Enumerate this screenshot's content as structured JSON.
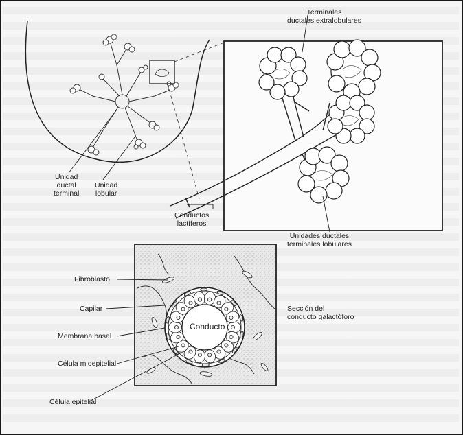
{
  "labels": {
    "terminales_line1": "Terminales",
    "terminales_line2": "ductales extralobulares",
    "unidad_ductal_line1": "Unidad",
    "unidad_ductal_line2": "ductal",
    "unidad_ductal_line3": "terminal",
    "unidad_lobular_line1": "Unidad",
    "unidad_lobular_line2": "lobular",
    "conductos_line1": "Conductos",
    "conductos_line2": "lactíferos",
    "unidades_ductales_line1": "Unidades ductales",
    "unidades_ductales_line2": "terminales lobulares",
    "fibroblasto": "Fibroblasto",
    "capilar": "Capilar",
    "membrana_basal": "Membrana basal",
    "celula_mioepitelial": "Célula mioepitelial",
    "celula_epitelial": "Célula epitelial",
    "conducto": "Conducto",
    "seccion_line1": "Sección del",
    "seccion_line2": "conducto galactóforo"
  }
}
